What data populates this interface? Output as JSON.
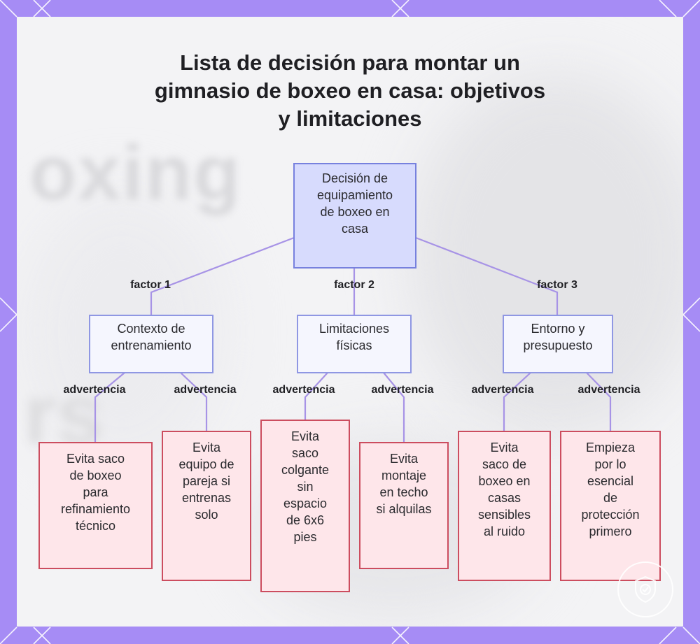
{
  "title_lines": [
    "Lista de decisión para montar un",
    "gimnasio de boxeo en casa: objetivos",
    "y limitaciones"
  ],
  "root": {
    "lines": [
      "Decisión de",
      "equipamiento",
      "de boxeo en",
      "casa"
    ]
  },
  "factors": [
    {
      "edge_label": "factor 1",
      "lines": [
        "Contexto de",
        "entrenamiento"
      ],
      "warnings": [
        {
          "edge_label": "advertencia",
          "lines": [
            "Evita saco",
            "de boxeo",
            "para",
            "refinamiento",
            "técnico"
          ]
        },
        {
          "edge_label": "advertencia",
          "lines": [
            "Evita",
            "equipo de",
            "pareja si",
            "entrenas",
            "solo"
          ]
        }
      ]
    },
    {
      "edge_label": "factor 2",
      "lines": [
        "Limitaciones",
        "físicas"
      ],
      "warnings": [
        {
          "edge_label": "advertencia",
          "lines": [
            "Evita",
            "saco",
            "colgante",
            "sin",
            "espacio",
            "de 6x6",
            "pies"
          ]
        },
        {
          "edge_label": "advertencia",
          "lines": [
            "Evita",
            "montaje",
            "en techo",
            "si alquilas"
          ]
        }
      ]
    },
    {
      "edge_label": "factor 3",
      "lines": [
        "Entorno y",
        "presupuesto"
      ],
      "warnings": [
        {
          "edge_label": "advertencia",
          "lines": [
            "Evita",
            "saco de",
            "boxeo en",
            "casas",
            "sensibles",
            "al ruido"
          ]
        },
        {
          "edge_label": "advertencia",
          "lines": [
            "Empieza",
            "por lo",
            "esencial",
            "de",
            "protección",
            "primero"
          ]
        }
      ]
    }
  ],
  "watermark_text": [
    "oxing",
    "rs"
  ],
  "colors": {
    "frame": "#a68cf5",
    "edge": "#a793e6",
    "root_fill": "#d7dbfd",
    "mid_fill": "#f5f6fe",
    "leaf_fill": "#fee6ea",
    "leaf_border": "#cc4d5f"
  },
  "icons": {
    "badge": "shield-badge-icon"
  }
}
